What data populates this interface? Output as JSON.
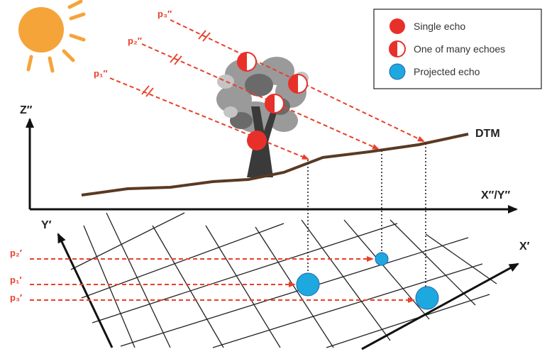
{
  "colors": {
    "echo_red": "#e8302a",
    "echo_blue": "#1ea8e0",
    "beam": "#e8402a",
    "dtm": "#5a3a22",
    "axis": "#111111",
    "sun": "#f5a43a"
  },
  "legend": {
    "single": "Single echo",
    "many": "One of many echoes",
    "projected": "Projected echo"
  },
  "labels": {
    "z_axis": "Z″",
    "x_axis": "X″/Y″",
    "dtm": "DTM",
    "y_prime": "Y′",
    "x_prime": "X′",
    "p1_top": "p₁″",
    "p2_top": "p₂″",
    "p3_top": "p₃″",
    "p1_bottom": "p₁′",
    "p2_bottom": "p₂′",
    "p3_bottom": "p₃′"
  },
  "icons": [
    "sun-icon",
    "tree-icon"
  ]
}
